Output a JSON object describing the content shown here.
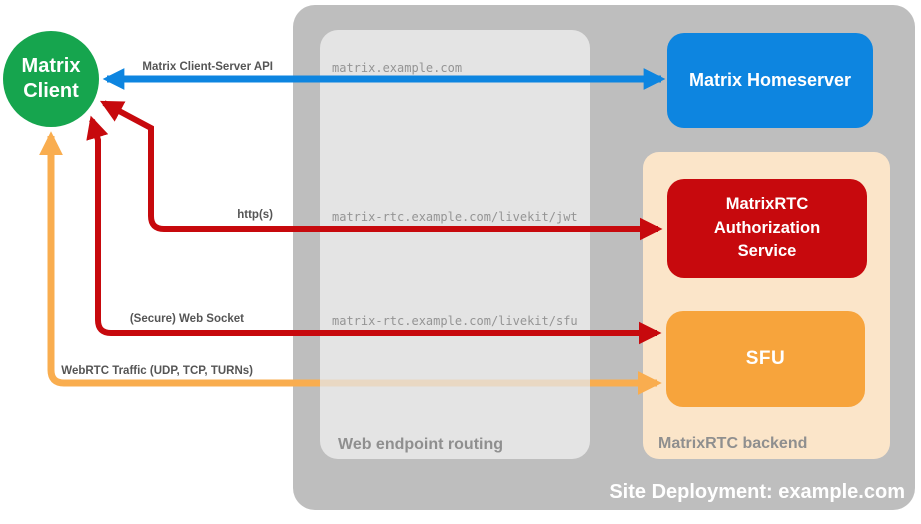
{
  "diagram": {
    "title": "Site Deployment: example.com",
    "nodes": {
      "matrix_client": {
        "label": "Matrix Client"
      },
      "matrix_homeserver": {
        "label": "Matrix Homeserver"
      },
      "matrixrtc_auth_service": {
        "label": "MatrixRTC Authorization Service"
      },
      "sfu": {
        "label": "SFU"
      }
    },
    "containers": {
      "site_deployment": {
        "label": "Site Deployment: example.com"
      },
      "web_endpoint_routing": {
        "label": "Web endpoint routing"
      },
      "matrixrtc_backend": {
        "label": "MatrixRTC backend"
      }
    },
    "edges": {
      "client_server_api": {
        "label": "Matrix Client-Server API",
        "route": "matrix.example.com"
      },
      "https": {
        "label": "http(s)",
        "route": "matrix-rtc.example.com/livekit/jwt"
      },
      "websocket": {
        "label": "(Secure) Web Socket",
        "route": "matrix-rtc.example.com/livekit/sfu"
      },
      "webrtc": {
        "label": "WebRTC Traffic (UDP, TCP, TURNs)"
      }
    }
  },
  "colors": {
    "client_green": "#16A54E",
    "homeserver_blue": "#0D85E0",
    "auth_red": "#C7090D",
    "sfu_orange": "#F7A43C",
    "arrow_orange": "#F9AD4F",
    "backend_peach": "#FBE5C9",
    "container_gray": "#BEBEBE",
    "routing_gray": "#E4E4E4",
    "edge_label_gray": "#555555",
    "route_text_gray": "#949494",
    "section_label_gray": "#8F8F8F",
    "canvas_bg": "#FFFFFF"
  }
}
